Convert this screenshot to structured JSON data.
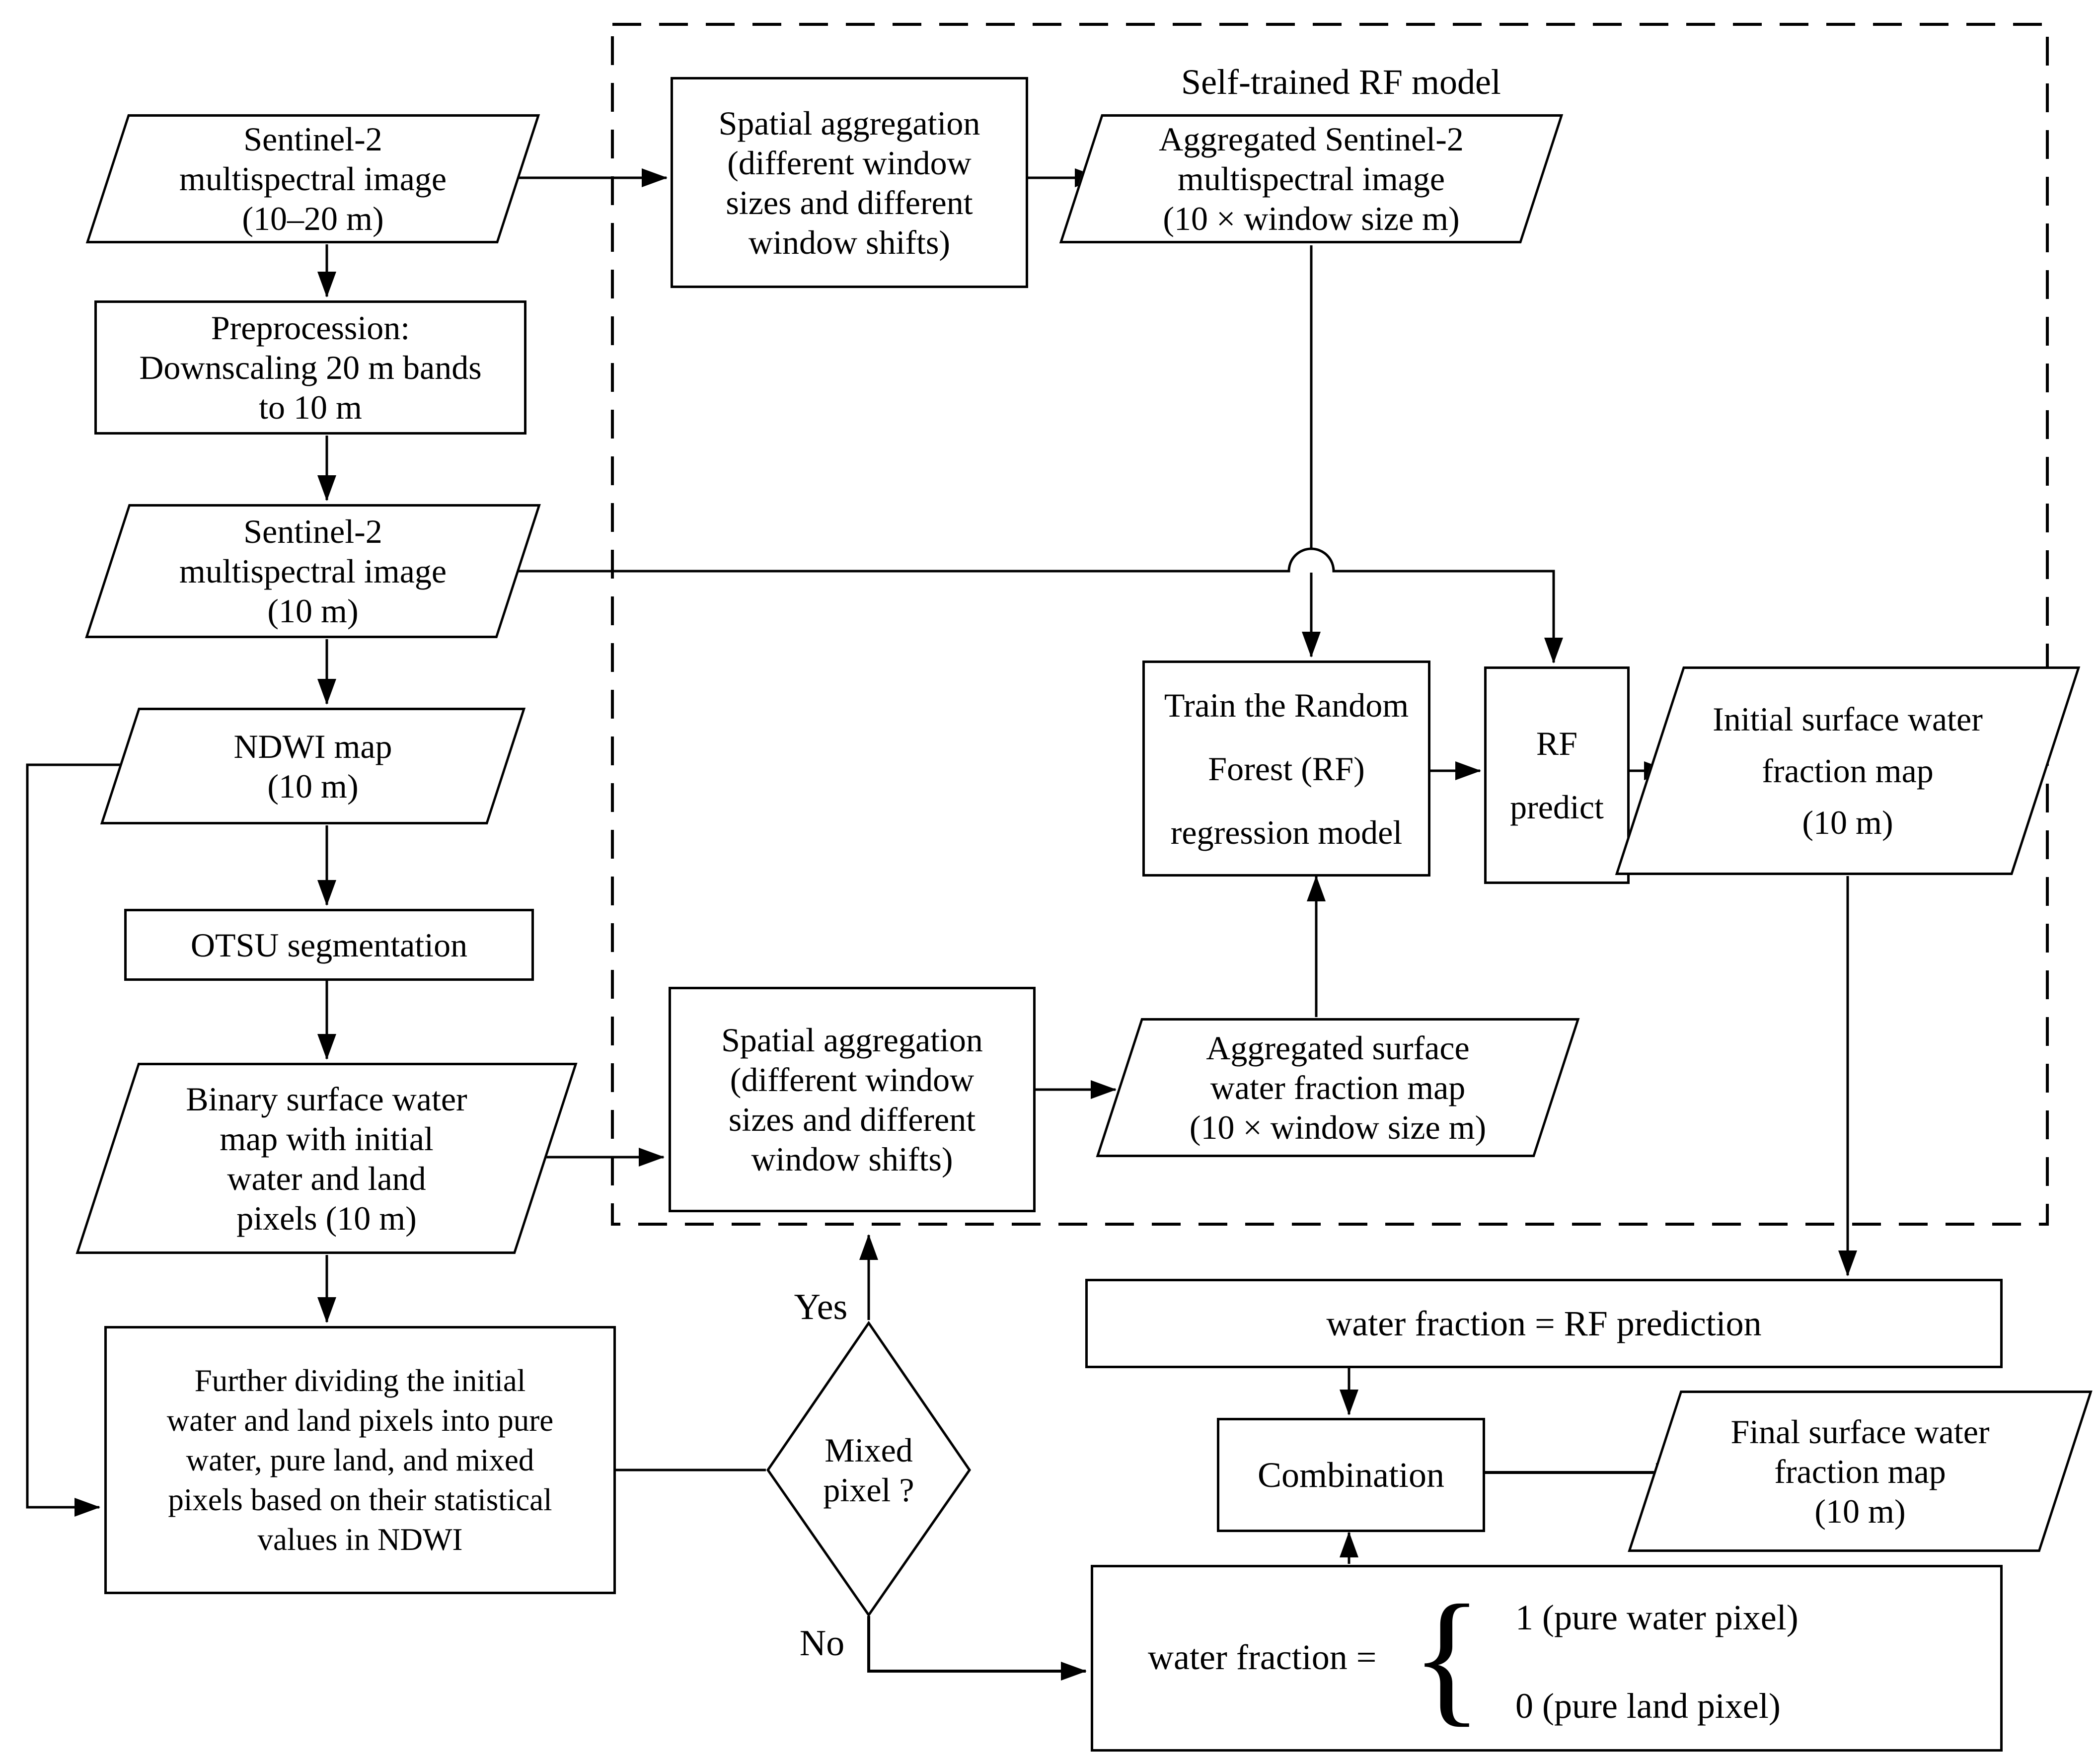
{
  "diagram": {
    "container_title": "Self-trained RF model",
    "colors": {
      "stroke": "#000000",
      "background": "#ffffff"
    },
    "nodes": {
      "sentinel2_raw": {
        "shape": "parallelogram",
        "lines": [
          "Sentinel-2",
          "multispectral image",
          "(10–20 m)"
        ]
      },
      "preprocession": {
        "shape": "rectangle",
        "lines": [
          "Preprocession:",
          "Downscaling 20 m bands",
          "to 10 m"
        ]
      },
      "sentinel2_10m": {
        "shape": "parallelogram",
        "lines": [
          "Sentinel-2",
          "multispectral image",
          "(10 m)"
        ]
      },
      "ndwi_map": {
        "shape": "parallelogram",
        "lines": [
          "NDWI map",
          "(10 m)"
        ]
      },
      "otsu": {
        "shape": "rectangle",
        "lines": [
          "OTSU segmentation"
        ]
      },
      "binary_map": {
        "shape": "parallelogram",
        "lines": [
          "Binary surface water",
          "map with initial",
          "water and land",
          "pixels (10 m)"
        ]
      },
      "further_dividing": {
        "shape": "rectangle",
        "lines": [
          "Further dividing the initial",
          "water and land pixels into pure",
          "water, pure land, and mixed",
          "pixels based on their statistical",
          "values in NDWI"
        ]
      },
      "mixed_pixel": {
        "shape": "diamond",
        "lines": [
          "Mixed",
          "pixel ?"
        ]
      },
      "spatial_agg_top": {
        "shape": "rectangle",
        "lines": [
          "Spatial aggregation",
          "(different window",
          "sizes and different",
          "window shifts)"
        ]
      },
      "agg_sentinel2": {
        "shape": "parallelogram",
        "lines": [
          "Aggregated Sentinel-2",
          "multispectral image",
          "(10 × window size m)"
        ]
      },
      "train_rf": {
        "shape": "rectangle",
        "lines": [
          "Train the Random",
          "Forest (RF)",
          "regression model"
        ]
      },
      "rf_predict": {
        "shape": "rectangle",
        "lines": [
          "RF",
          "predict"
        ]
      },
      "initial_map": {
        "shape": "parallelogram",
        "lines": [
          "Initial surface water",
          "fraction map",
          "(10 m)"
        ]
      },
      "spatial_agg_bottom": {
        "shape": "rectangle",
        "lines": [
          "Spatial aggregation",
          "(different window",
          "sizes and different",
          "window shifts)"
        ]
      },
      "agg_water_fraction": {
        "shape": "parallelogram",
        "lines": [
          "Aggregated surface",
          "water fraction map",
          "(10 × window size m)"
        ]
      },
      "wf_rf_prediction": {
        "shape": "rectangle",
        "lines": [
          "water fraction = RF prediction"
        ]
      },
      "combination": {
        "shape": "rectangle",
        "lines": [
          "Combination"
        ]
      },
      "final_map": {
        "shape": "parallelogram",
        "lines": [
          "Final surface water",
          "fraction map",
          "(10 m)"
        ]
      },
      "wf_pure": {
        "shape": "rectangle",
        "label": "water fraction =",
        "brace": "{",
        "cases": [
          "1 (pure water pixel)",
          "0 (pure land pixel)"
        ]
      }
    },
    "edge_labels": {
      "yes": "Yes",
      "no": "No"
    }
  }
}
